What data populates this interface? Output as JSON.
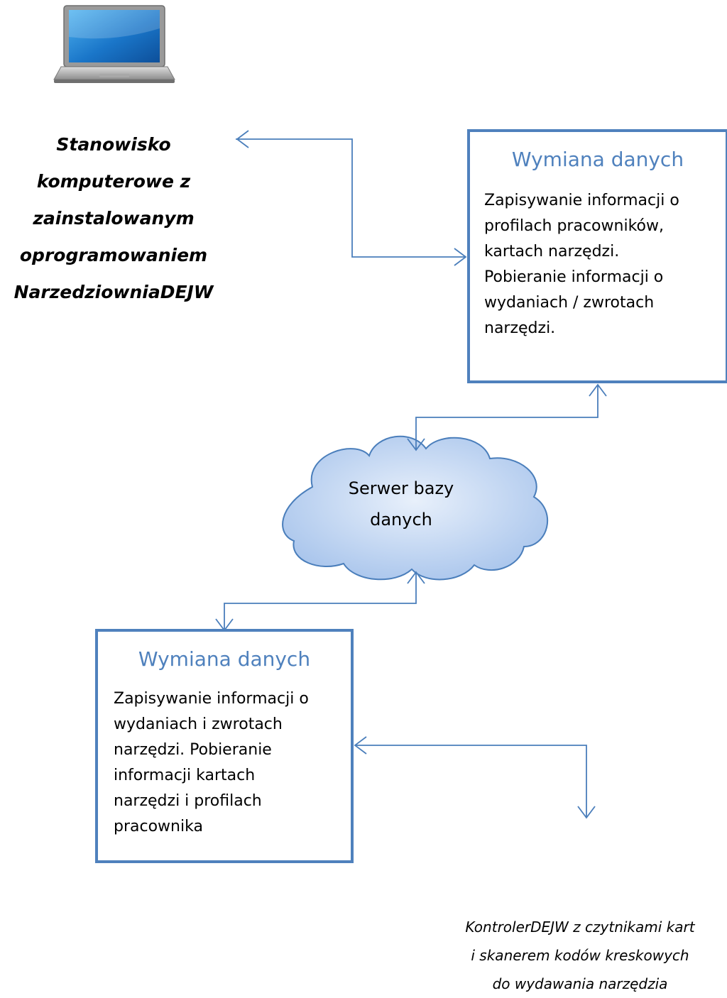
{
  "workstation": {
    "icon": "laptop-icon",
    "label": "Stanowisko\nkomputerowe z\nzainstalowanym\noprogramowaniem\nNarzedziowniaDEJW"
  },
  "top_box": {
    "title": "Wymiana danych",
    "body": "Zapisywanie informacji o\nprofilach pracowników,\nkartach narzędzi.\nPobieranie informacji o\nwydaniach / zwrotach\nnarzędzi."
  },
  "cloud": {
    "icon": "cloud-icon",
    "label": "Serwer bazy\ndanych"
  },
  "bottom_box": {
    "title": "Wymiana danych",
    "body": "Zapisywanie informacji o\nwydaniach i zwrotach\nnarzędzi. Pobieranie\ninformacji kartach\nnarzędzi i profilach\npracownika"
  },
  "controller": {
    "label": "KontrolerDEJW z  czytnikami kart\ni skanerem kodów kreskowych\ndo wydawania narzędzia"
  },
  "colors": {
    "accent": "#4f81bd",
    "connector": "#4a7ebb",
    "cloud_fill": "#c6d9f1"
  }
}
